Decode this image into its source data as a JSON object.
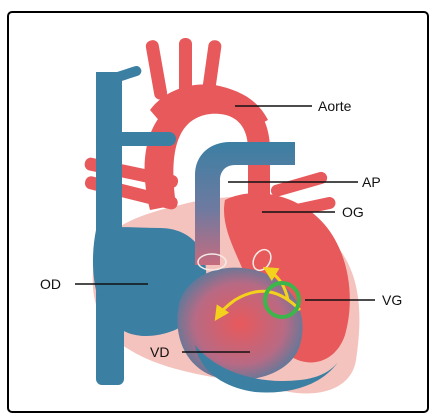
{
  "colors": {
    "frame": "#000000",
    "oxygenated": "#e8595c",
    "deoxygenated": "#3b7fa3",
    "pericardium": "#f5c3bd",
    "shunt_highlight": "#3cb54a",
    "flow_arrow": "#f4d21c"
  },
  "labels": {
    "aorte": "Aorte",
    "ap": "AP",
    "og": "OG",
    "od": "OD",
    "vg": "VG",
    "vd": "VD"
  },
  "icons": {
    "shunt_marker": "circle-outline",
    "flow": "curved-arrow"
  }
}
